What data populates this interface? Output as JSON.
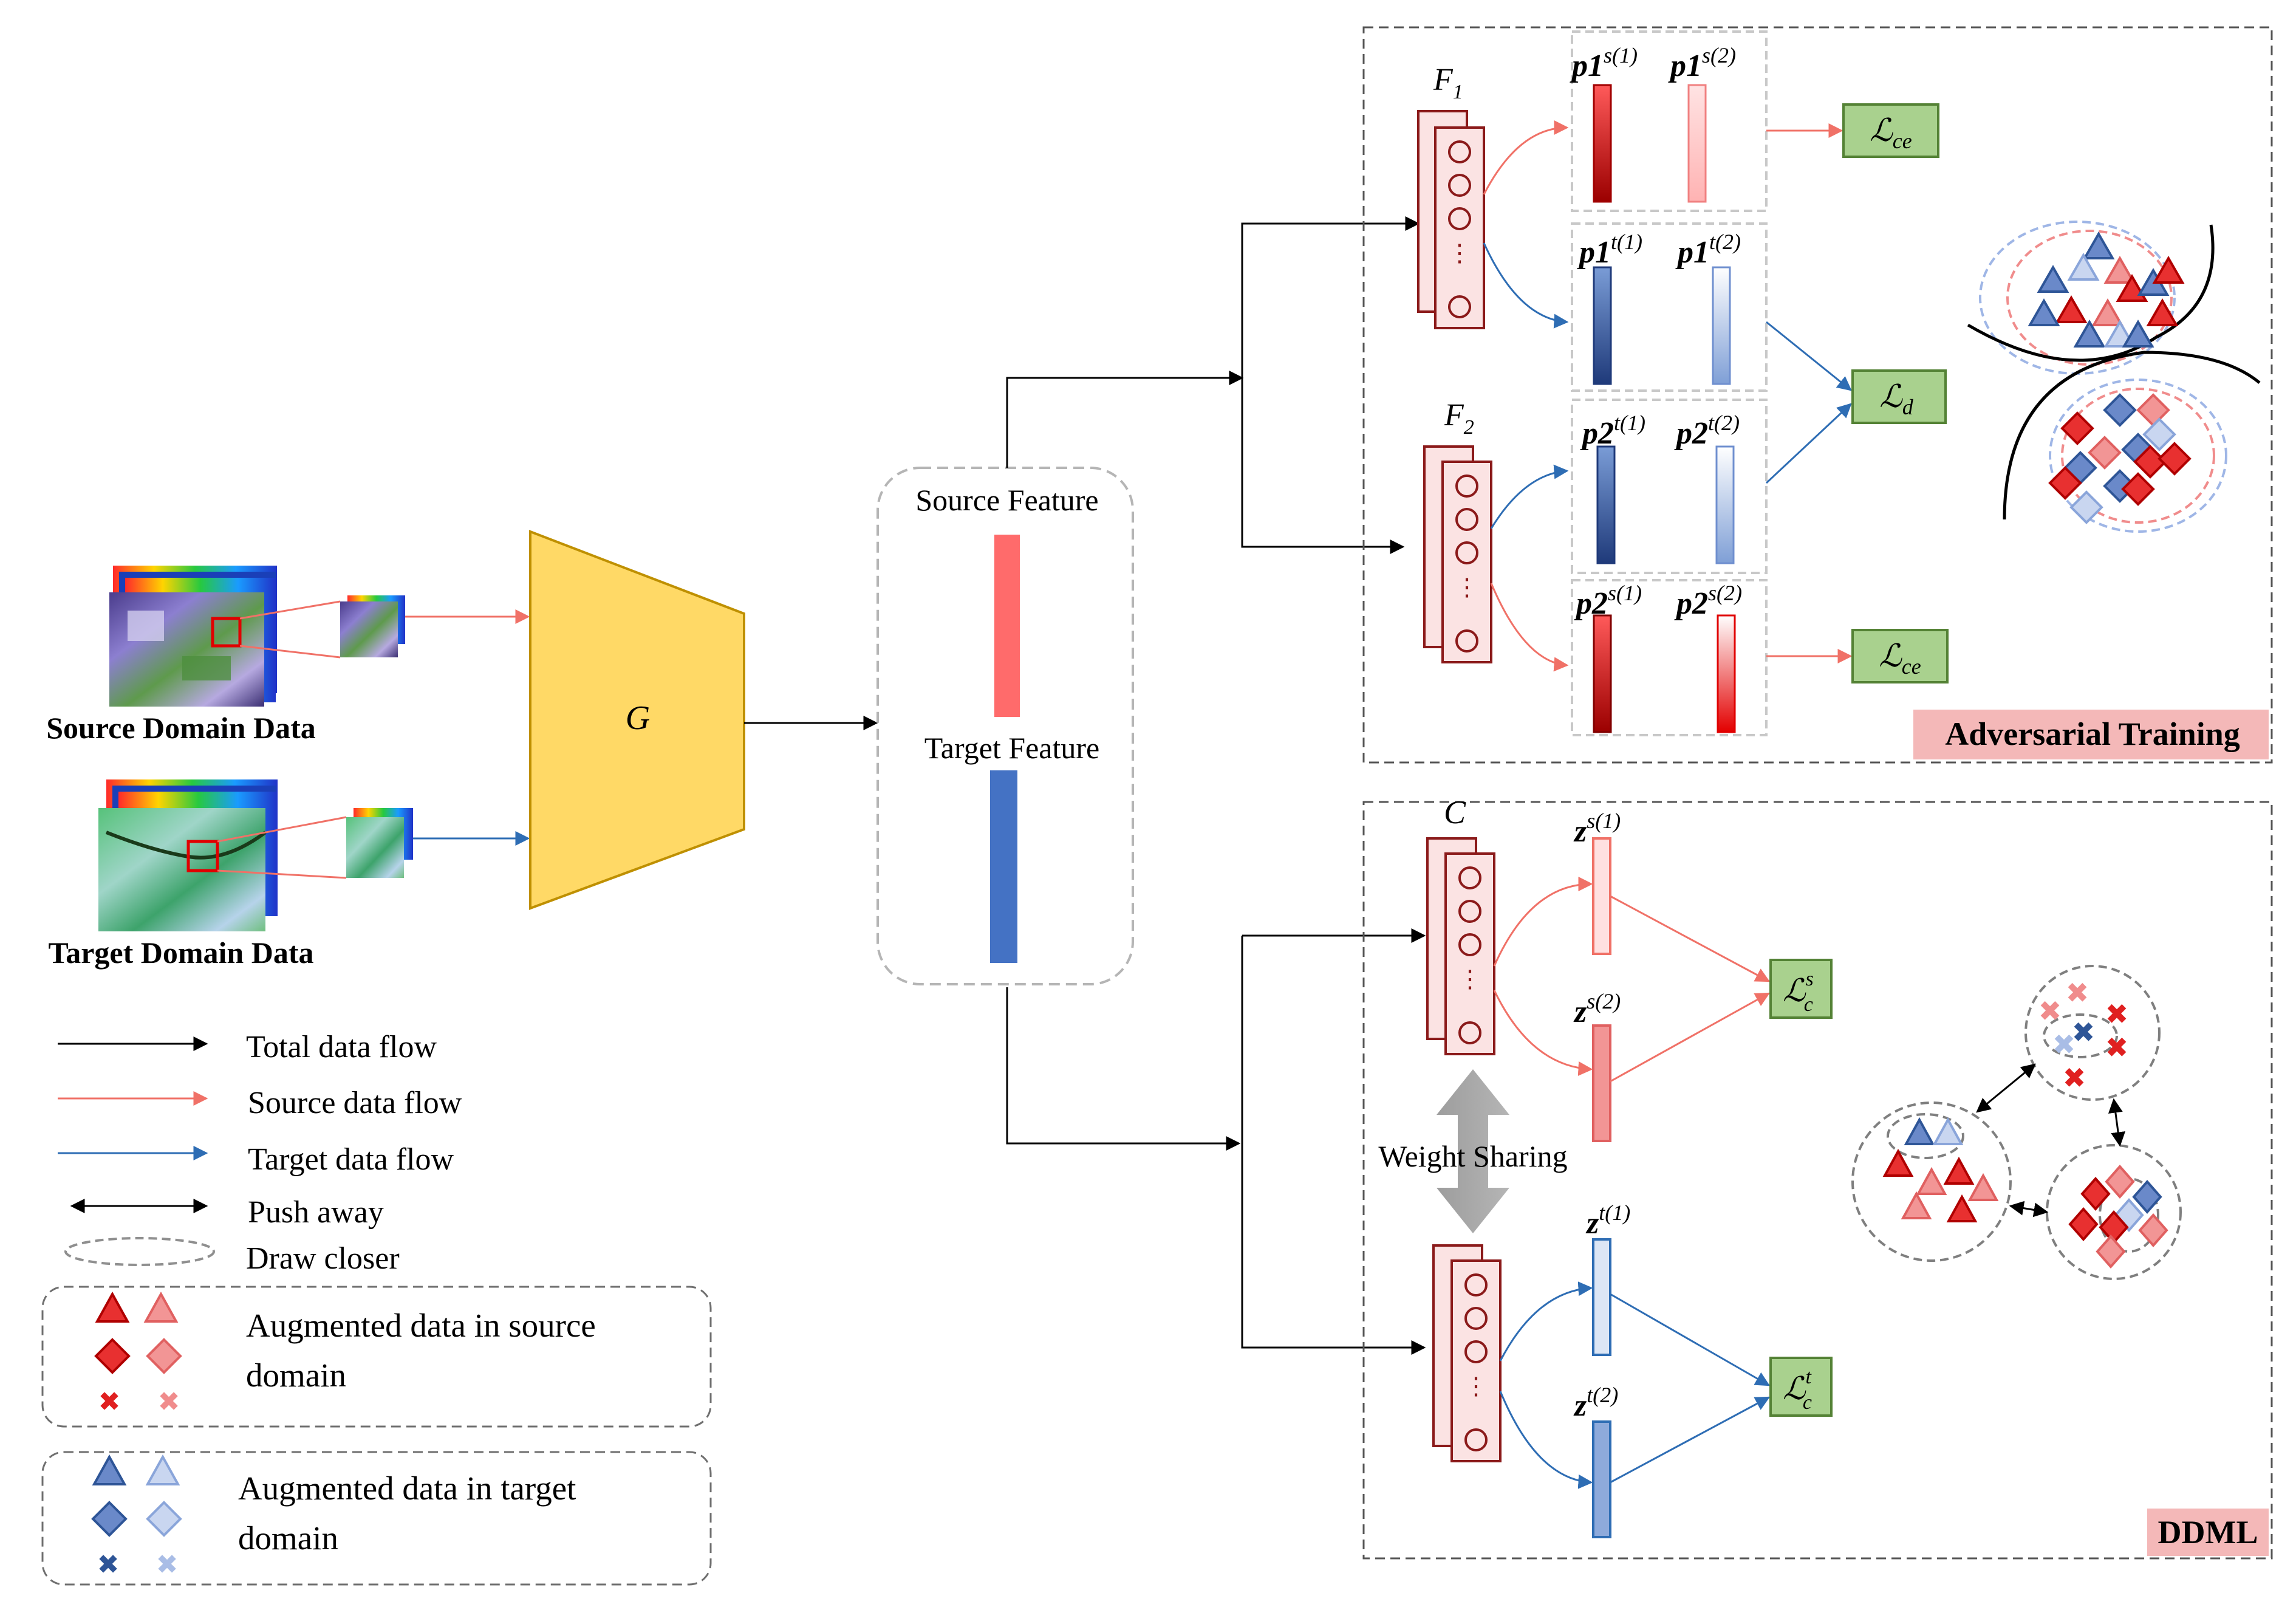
{
  "inputs": {
    "source_label": "Source Domain Data",
    "target_label": "Target Domain Data"
  },
  "generator": {
    "label": "G"
  },
  "features": {
    "source_label": "Source Feature",
    "target_label": "Target Feature"
  },
  "adversarial": {
    "title": "Adversarial Training",
    "f1": {
      "name": "F",
      "sub": "1"
    },
    "f2": {
      "name": "F",
      "sub": "2"
    },
    "prob_labels": {
      "p1s1": {
        "base": "p1",
        "sup": "s(1)"
      },
      "p1s2": {
        "base": "p1",
        "sup": "s(2)"
      },
      "p1t1": {
        "base": "p1",
        "sup": "t(1)"
      },
      "p1t2": {
        "base": "p1",
        "sup": "t(2)"
      },
      "p2t1": {
        "base": "p2",
        "sup": "t(1)"
      },
      "p2t2": {
        "base": "p2",
        "sup": "t(2)"
      },
      "p2s1": {
        "base": "p2",
        "sup": "s(1)"
      },
      "p2s2": {
        "base": "p2",
        "sup": "s(2)"
      }
    },
    "loss_ce_top": {
      "base": "ℒ",
      "sub": "ce"
    },
    "loss_d": {
      "base": "ℒ",
      "sub": "d"
    },
    "loss_ce_bottom": {
      "base": "ℒ",
      "sub": "ce"
    }
  },
  "ddml": {
    "title": "DDML",
    "classifier": {
      "name": "C"
    },
    "weight_sharing": "Weight Sharing",
    "z_labels": {
      "zs1": {
        "base": "z",
        "sup": "s(1)"
      },
      "zs2": {
        "base": "z",
        "sup": "s(2)"
      },
      "zt1": {
        "base": "z",
        "sup": "t(1)"
      },
      "zt2": {
        "base": "z",
        "sup": "t(2)"
      }
    },
    "loss_cs": {
      "base": "ℒ",
      "sub": "c",
      "sup": "s"
    },
    "loss_ct": {
      "base": "ℒ",
      "sub": "c",
      "sup": "t"
    }
  },
  "legend": {
    "total_flow": "Total data flow",
    "source_flow": "Source data flow",
    "target_flow": "Target data flow",
    "push_away": "Push away",
    "draw_closer": "Draw closer",
    "source_aug_line1": "Augmented data in source",
    "source_aug_line2": "domain",
    "target_aug_line1": "Augmented data in target",
    "target_aug_line2": "domain"
  },
  "colors": {
    "source": "#f07167",
    "source_dark": "#c00000",
    "target": "#2e6db4",
    "generator": "#ffd966",
    "loss_box": "#a9d18e",
    "title_box": "#f4b8b8",
    "feature_source": "#ff6b6b",
    "feature_target": "#4472c4"
  }
}
